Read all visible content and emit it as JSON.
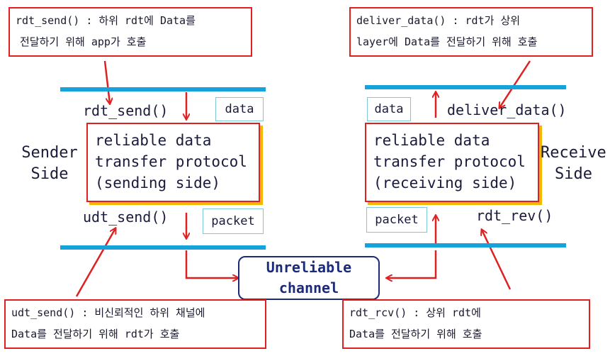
{
  "notes": {
    "sender_top": [
      "rdt_send() : 하위 rdt에 Data를",
      "전달하기 위해 app가 호출"
    ],
    "receiver_top": [
      "deliver_data() : rdt가 상위",
      "layer에 Data를 전달하기 위해 호출"
    ],
    "sender_bottom": [
      "udt_send() : 비신뢰적인 하위 채널에",
      "Data를 전달하기 위해 rdt가 호출"
    ],
    "receiver_bottom": [
      "rdt_rcv() : 상위 rdt에",
      "Data를 전달하기 위해 호출"
    ]
  },
  "sender": {
    "side_label": [
      "Sender",
      "Side"
    ],
    "top_function": "rdt_send()",
    "bottom_function": "udt_send()",
    "top_tag": "data",
    "bottom_tag": "packet",
    "protocol_lines": [
      "reliable data",
      "transfer protocol",
      "(sending side)"
    ]
  },
  "receiver": {
    "side_label": [
      "Receive",
      "Side"
    ],
    "top_function": "deliver_data()",
    "bottom_function": "rdt_rev()",
    "top_tag": "data",
    "bottom_tag": "packet",
    "protocol_lines": [
      "reliable data",
      "transfer protocol",
      "(receiving side)"
    ]
  },
  "channel": [
    "Unreliable",
    "channel"
  ],
  "colors": {
    "layer_bar": "#16a3dc",
    "arrow": "#e02020",
    "channel_border": "#1c2a7a",
    "protocol_shadow": "#f3b800"
  }
}
